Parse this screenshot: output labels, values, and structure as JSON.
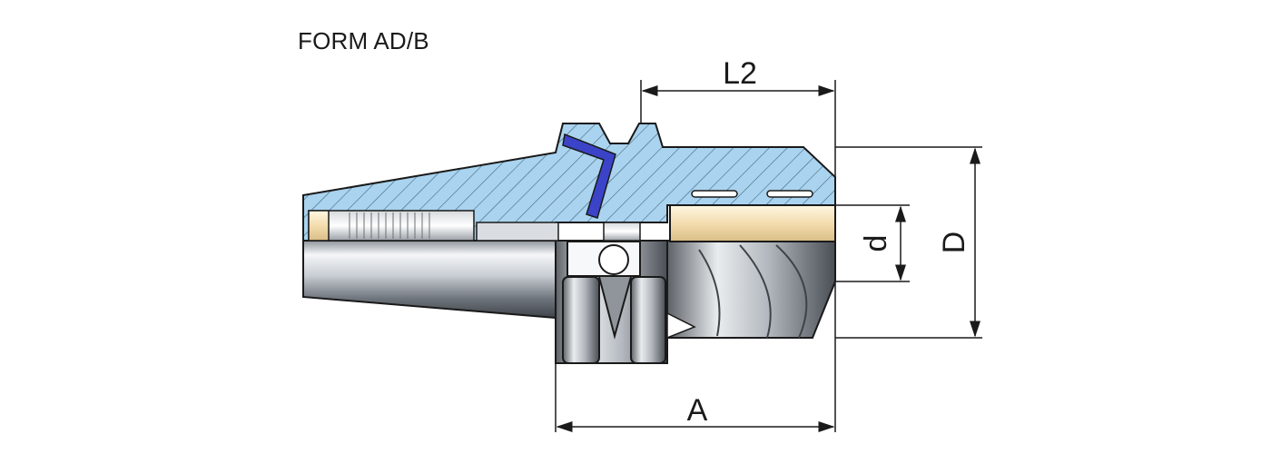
{
  "title": "FORM AD/B",
  "dimensions": {
    "l2": "L2",
    "a": "A",
    "d_small": "d",
    "d_large": "D"
  },
  "colors": {
    "section_fill": "#a9d3ee",
    "outline": "#1a1a1a",
    "seal_blue": "#3b44c8"
  }
}
